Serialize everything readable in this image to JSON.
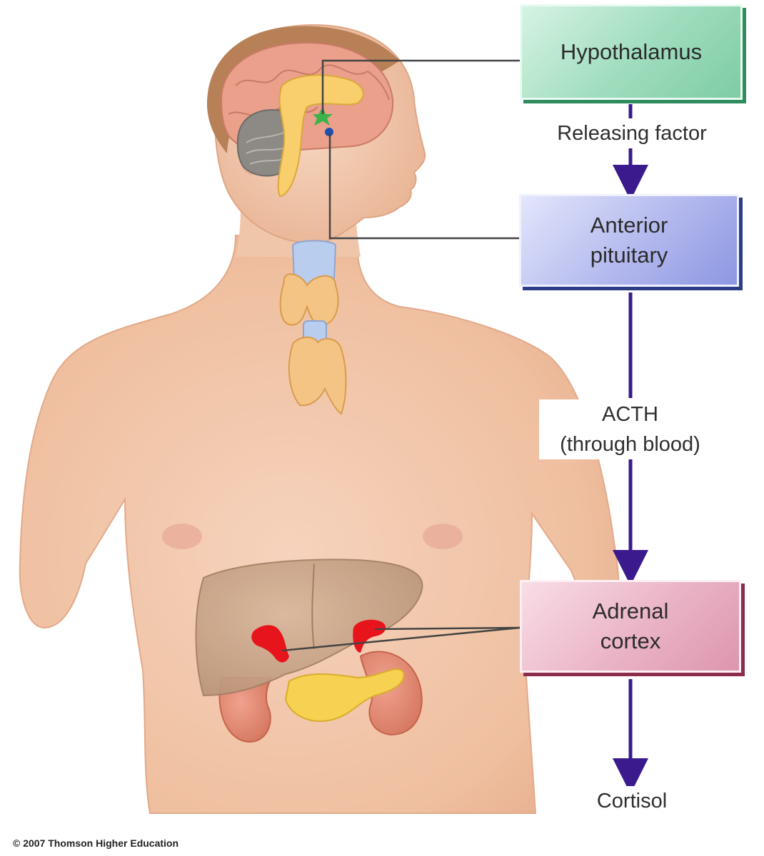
{
  "boxes": {
    "hypothalamus": "Hypothalamus",
    "anterior_pituitary": [
      "Anterior",
      "pituitary"
    ],
    "adrenal_cortex": [
      "Adrenal",
      "cortex"
    ]
  },
  "arrow_labels": {
    "releasing_factor": "Releasing factor",
    "acth": [
      "ACTH",
      "(through blood)"
    ],
    "cortisol": "Cortisol"
  },
  "copyright": "© 2007 Thomson Higher Education",
  "colors": {
    "arrow": "#3a1a8c",
    "skin": "#f2c3a6",
    "hair": "#b07a52",
    "hypothalamus_box": "#9edcbd",
    "pituitary_box": "#b3b9ee",
    "adrenal_box": "#eab3c6",
    "adrenal_gland": "#e8141c"
  }
}
